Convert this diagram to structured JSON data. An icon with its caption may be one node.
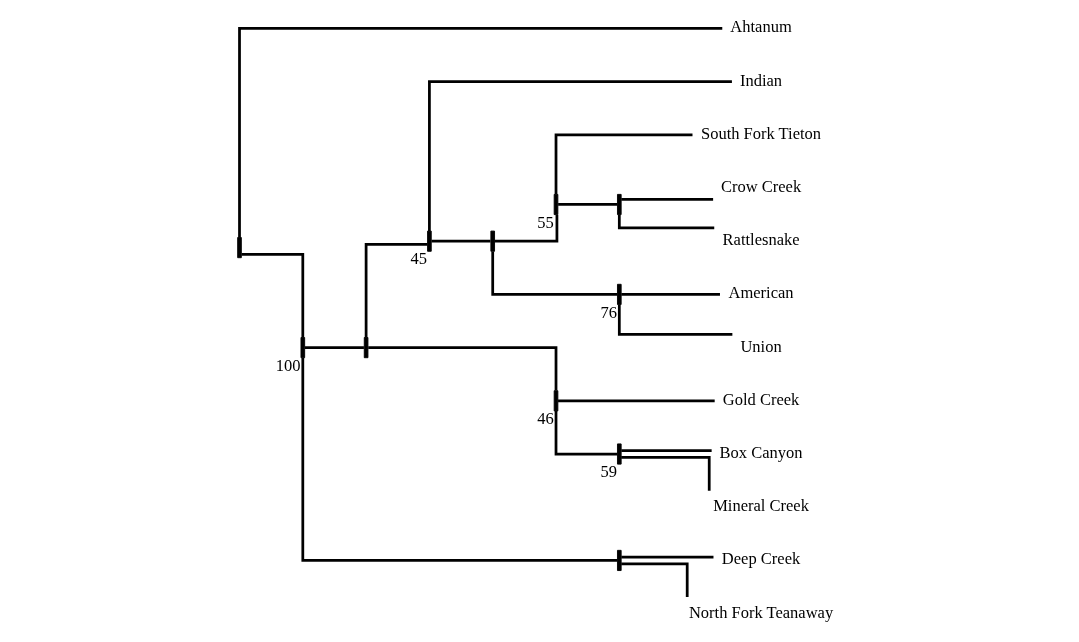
{
  "diagram": {
    "nodes": [
      {
        "text": [],
        "shape": "bar"
      },
      {
        "text": [
          "Ahtanum"
        ]
      },
      {
        "text": [],
        "shape": "bar",
        "beside": [
          "100"
        ]
      },
      {
        "text": [],
        "shape": "bar"
      },
      {
        "text": [],
        "shape": "bar",
        "beside": [
          "45"
        ]
      },
      {
        "text": [
          "Indian"
        ]
      },
      {
        "text": [],
        "shape": "bar"
      },
      {
        "text": [],
        "shape": "bar",
        "beside": [
          "55"
        ]
      },
      {
        "text": [
          "South Fork Tieton"
        ]
      },
      {
        "text": [],
        "shape": "bar"
      },
      {
        "text": [
          "Crow Creek"
        ]
      },
      {
        "text": [
          "Rattlesnake"
        ]
      },
      {
        "text": [],
        "shape": "bar",
        "beside": [
          "76"
        ]
      },
      {
        "text": [
          "American"
        ]
      },
      {
        "text": [
          "Union"
        ]
      },
      {
        "text": [],
        "shape": "bar",
        "beside": [
          "46"
        ]
      },
      {
        "text": [
          "Gold Creek"
        ]
      },
      {
        "text": [],
        "shape": "bar",
        "beside": [
          "59"
        ]
      },
      {
        "text": [
          "Box Canyon"
        ]
      },
      {
        "text": [
          "Mineral Creek"
        ]
      },
      {
        "text": [],
        "shape": "bar"
      },
      {
        "text": [
          "Deep Creek"
        ]
      },
      {
        "text": [
          "North Fork Teanaway"
        ]
      }
    ],
    "edges": [
      {
        "from": 0,
        "to": 1,
        "arrow": "none"
      },
      {
        "from": 0,
        "to": 2,
        "arrow": "none"
      },
      {
        "from": 2,
        "to": 3,
        "arrow": "none"
      },
      {
        "from": 3,
        "to": 4,
        "arrow": "none"
      },
      {
        "from": 4,
        "to": 5,
        "arrow": "none"
      },
      {
        "from": 4,
        "to": 6,
        "arrow": "none"
      },
      {
        "from": 6,
        "to": 7,
        "arrow": "none"
      },
      {
        "from": 7,
        "to": 8,
        "arrow": "none"
      },
      {
        "from": 7,
        "to": 9,
        "arrow": "none"
      },
      {
        "from": 9,
        "to": 10,
        "arrow": "none"
      },
      {
        "from": 9,
        "to": 11,
        "arrow": "none"
      },
      {
        "from": 6,
        "to": 12,
        "arrow": "none"
      },
      {
        "from": 12,
        "to": 13,
        "arrow": "none"
      },
      {
        "from": 12,
        "to": 14,
        "arrow": "none"
      },
      {
        "from": 3,
        "to": 15,
        "arrow": "none"
      },
      {
        "from": 15,
        "to": 16,
        "arrow": "none"
      },
      {
        "from": 15,
        "to": 17,
        "arrow": "none"
      },
      {
        "from": 17,
        "to": 18,
        "arrow": "none"
      },
      {
        "from": 17,
        "to": 19,
        "arrow": "none"
      },
      {
        "from": 2,
        "to": 20,
        "arrow": "none"
      },
      {
        "from": 20,
        "to": 21,
        "arrow": "none"
      },
      {
        "from": 20,
        "to": 22,
        "arrow": "none"
      }
    ]
  }
}
